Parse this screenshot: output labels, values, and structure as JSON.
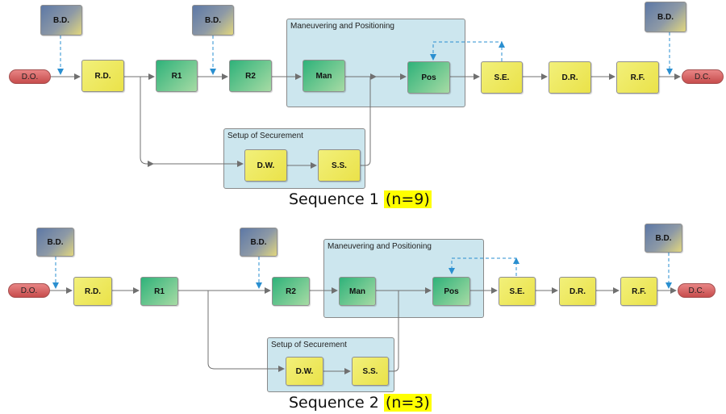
{
  "seq1": {
    "caption_name": "Sequence 1",
    "caption_n": "(n=9)",
    "group_man": "Maneuvering and Positioning",
    "group_setup": "Setup of Securement",
    "start": "D.O.",
    "bd1": "B.D.",
    "rd": "R.D.",
    "r1": "R1",
    "bd2": "B.D.",
    "r2": "R2",
    "man": "Man",
    "pos": "Pos",
    "se": "S.E.",
    "dr": "D.R.",
    "rf": "R.F.",
    "bd3": "B.D.",
    "end": "D.C.",
    "dw": "D.W.",
    "ss": "S.S."
  },
  "seq2": {
    "caption_name": "Sequence 2",
    "caption_n": "(n=3)",
    "group_man": "Maneuvering and Positioning",
    "group_setup": "Setup of Securement",
    "start": "D.O.",
    "bd1": "B.D.",
    "rd": "R.D.",
    "r1": "R1",
    "bd2": "B.D.",
    "r2": "R2",
    "man": "Man",
    "pos": "Pos",
    "se": "S.E.",
    "dr": "D.R.",
    "rf": "R.F.",
    "bd3": "B.D.",
    "end": "D.C.",
    "dw": "D.W.",
    "ss": "S.S."
  },
  "colors": {
    "process": "#eae249",
    "activity": "#2fb27a",
    "break": "#6f85a9",
    "terminal": "#d05b5b",
    "group": "#cce6ee",
    "flow_line": "#707070",
    "break_arrow": "#2a8fd0",
    "highlight": "#ffff00"
  }
}
